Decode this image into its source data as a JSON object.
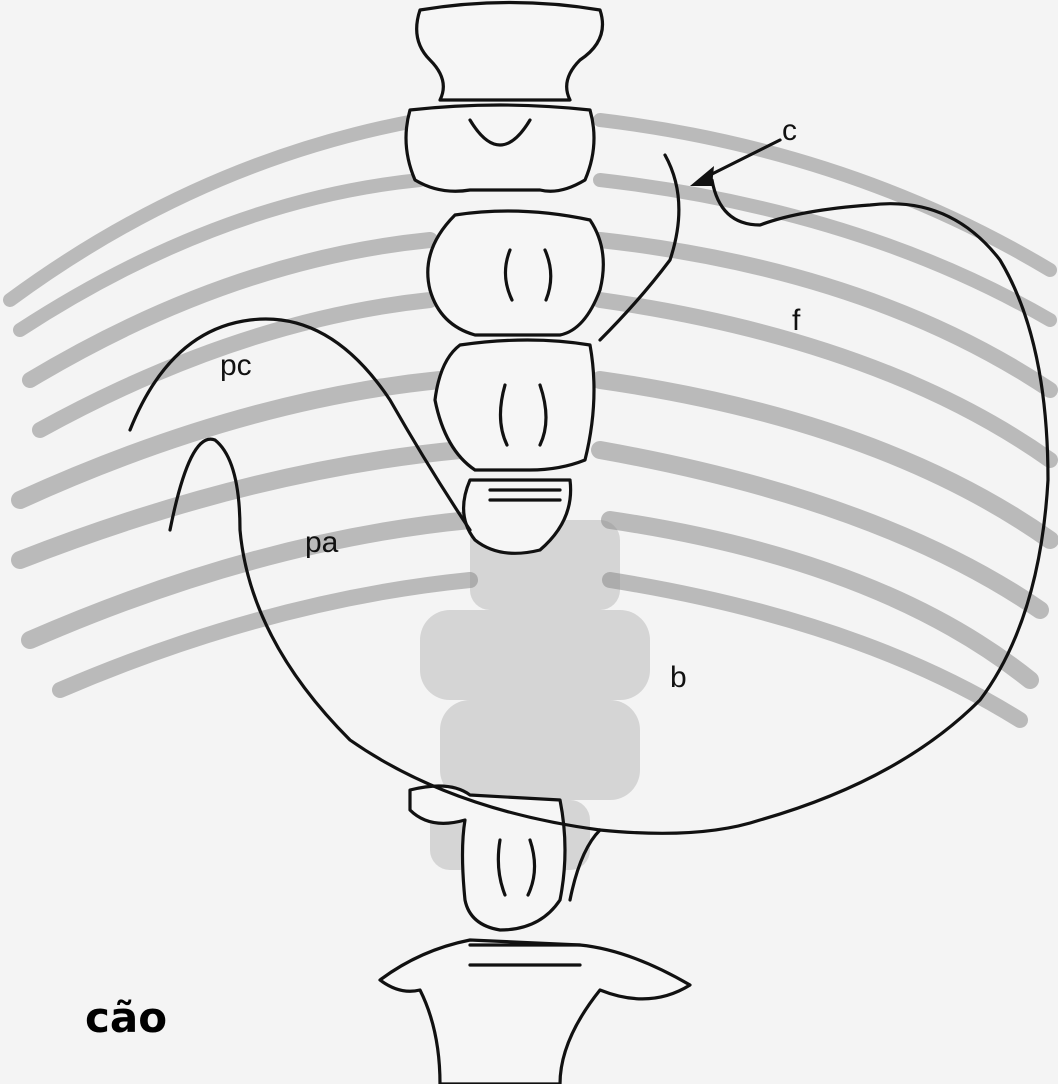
{
  "figure": {
    "labels": {
      "c": "c",
      "f": "f",
      "pc": "pc",
      "pa": "pa",
      "b": "b"
    },
    "caption": "cão"
  }
}
